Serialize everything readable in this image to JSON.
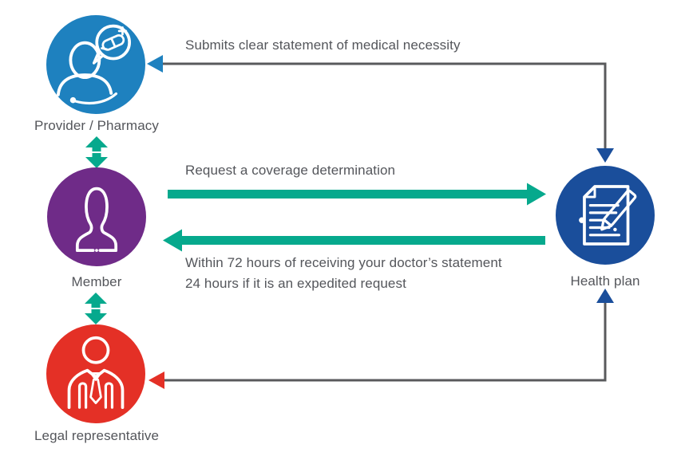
{
  "nodes": {
    "provider": {
      "label": "Provider / Pharmacy",
      "color": "#1E81BF",
      "icon": "provider-pharmacy-icon"
    },
    "member": {
      "label": "Member",
      "color": "#6F2B88",
      "icon": "member-icon"
    },
    "legal": {
      "label": "Legal representative",
      "color": "#E43026",
      "icon": "legal-representative-icon"
    },
    "health": {
      "label": "Health plan",
      "color": "#1A4E9B",
      "icon": "health-plan-icon"
    }
  },
  "annotations": {
    "submits_statement": "Submits clear statement of medical necessity",
    "request_determination": "Request a coverage determination",
    "response_line1": "Within 72 hours of receiving your doctor’s statement",
    "response_line2": "24 hours if it is an expedited request"
  },
  "colors": {
    "teal_arrow": "#06A98D",
    "connector_gray": "#595A5C",
    "text": "#54565B",
    "provider_blue": "#1E81BF",
    "member_purple": "#6F2B88",
    "legal_red": "#E43026",
    "health_blue": "#1A4E9B",
    "background": "#FFFFFF"
  }
}
